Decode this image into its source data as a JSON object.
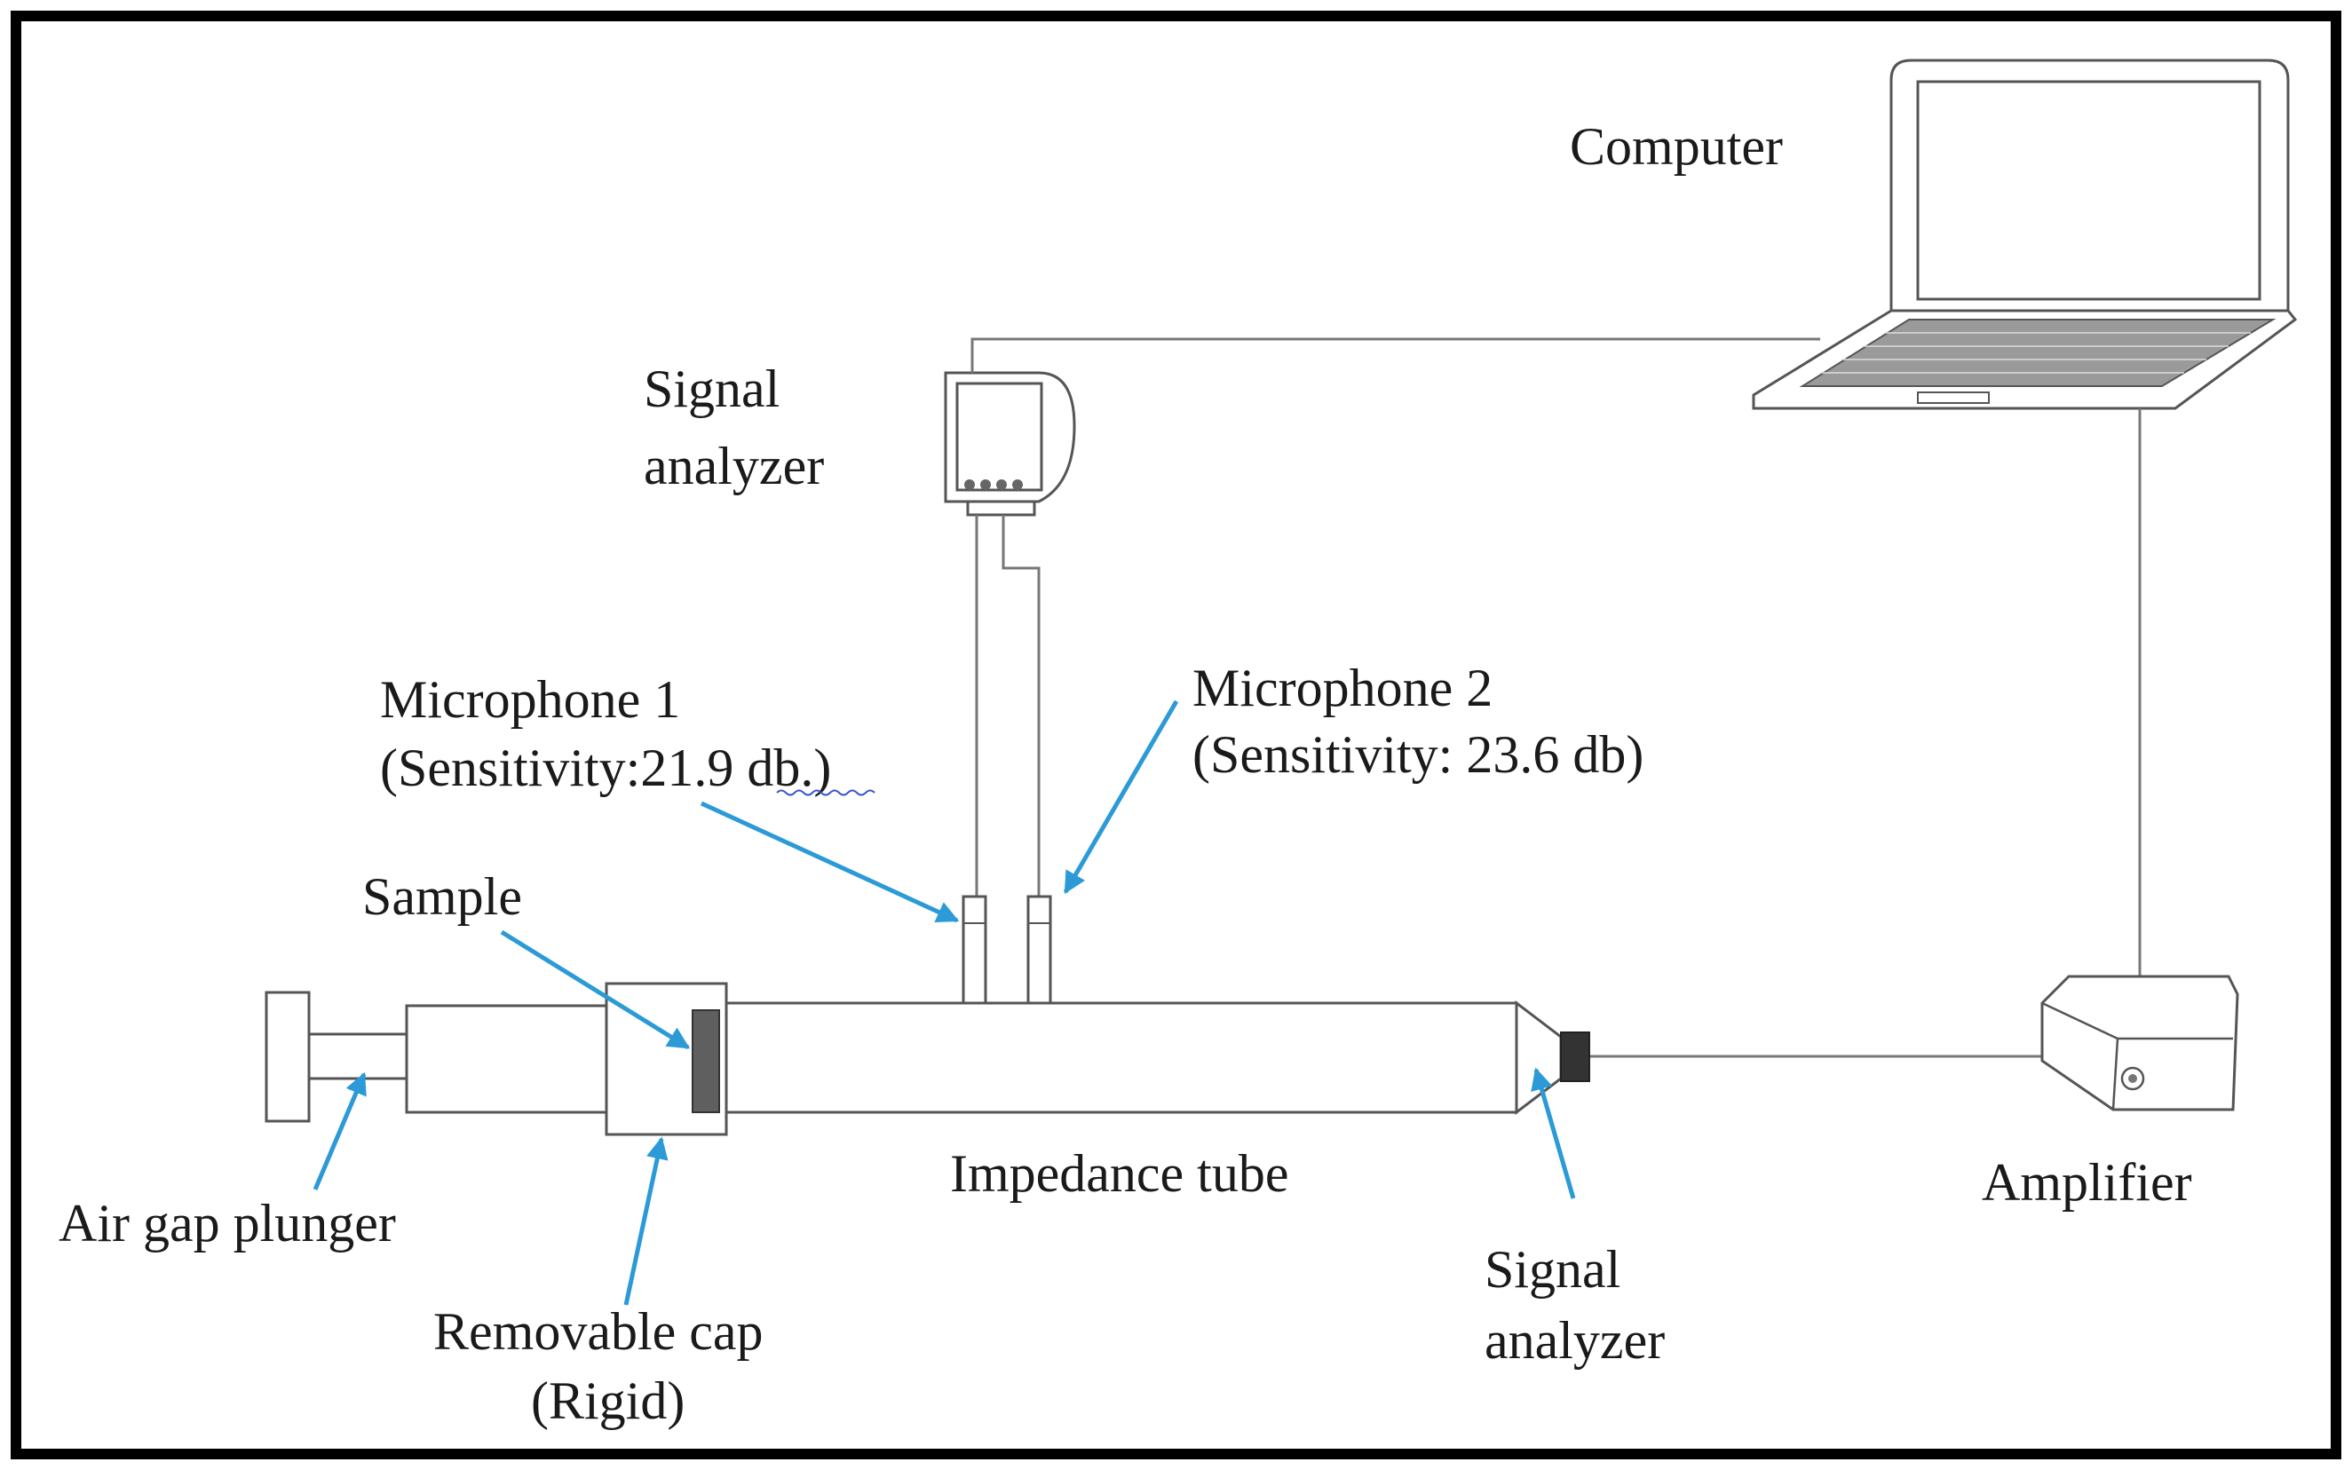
{
  "labels": {
    "computer": "Computer",
    "signal_analyzer_top": [
      "Signal",
      "analyzer"
    ],
    "microphone1": [
      "Microphone 1",
      "(Sensitivity:21.9 db.)"
    ],
    "microphone2": [
      "Microphone 2",
      "(Sensitivity: 23.6 db)"
    ],
    "sample": "Sample",
    "impedance_tube": "Impedance tube",
    "amplifier": "Amplifier",
    "air_gap_plunger": "Air gap plunger",
    "removable_cap": [
      "Removable cap",
      "(Rigid)"
    ],
    "signal_analyzer_bottom": [
      "Signal",
      "analyzer"
    ]
  },
  "colors": {
    "arrow": "#2b9ad6",
    "frame": "#000000",
    "line": "#555555",
    "text": "#1a1a1a"
  }
}
